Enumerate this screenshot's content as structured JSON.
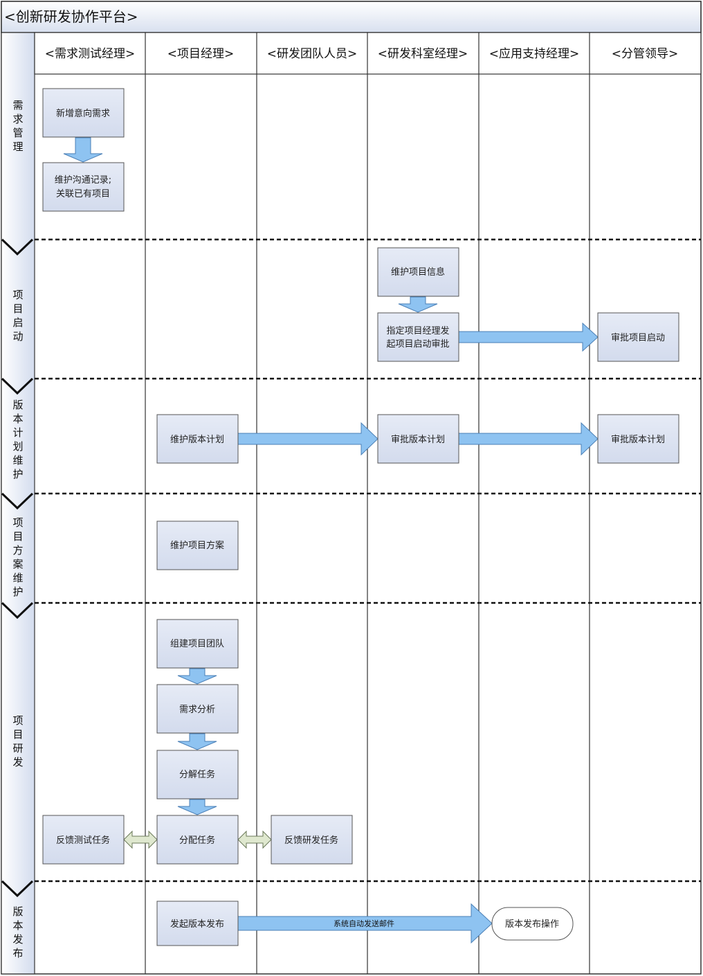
{
  "title": "<创新研发协作平台>",
  "lanes": [
    "<需求测试经理>",
    "<项目经理>",
    "<研发团队人员>",
    "<研发科室经理>",
    "<应用支持经理>",
    "<分管领导>"
  ],
  "phases": [
    {
      "id": "p1",
      "label": "需求管理"
    },
    {
      "id": "p2",
      "label": "项目启动"
    },
    {
      "id": "p3",
      "label": "版本计划维护"
    },
    {
      "id": "p4",
      "label": "项目方案维护"
    },
    {
      "id": "p5",
      "label": "项目研发"
    },
    {
      "id": "p6",
      "label": "版本发布"
    }
  ],
  "nodes": {
    "n_new_req": "新增意向需求",
    "n_maintain_comm": [
      "维护沟通记录;",
      "关联已有项目"
    ],
    "n_maint_proj_info": "维护项目信息",
    "n_assign_pm": [
      "指定项目经理发",
      "起项目启动审批"
    ],
    "n_approve_start": "审批项目启动",
    "n_maint_version": "维护版本计划",
    "n_approve_version_dept": "审批版本计划",
    "n_approve_version_leader": "审批版本计划",
    "n_maint_scheme": "维护项目方案",
    "n_build_team": "组建项目团队",
    "n_req_analysis": "需求分析",
    "n_decompose": "分解任务",
    "n_assign_task": "分配任务",
    "n_feedback_test": "反馈测试任务",
    "n_feedback_dev": "反馈研发任务",
    "n_start_release": "发起版本发布",
    "n_release_op": "版本发布操作"
  },
  "edge_labels": {
    "auto_mail": "系统自动发送邮件"
  },
  "colors": {
    "box_fill": "#dce3f1",
    "box_stroke": "#555555",
    "arrow_fill": "#8ec3f1",
    "arrow_stroke": "#4a7fb6",
    "bidir_fill": "#dfe8cf",
    "bidir_stroke": "#6b7a5a",
    "phase_col": "#dde4f2",
    "header_border": "#333333"
  }
}
